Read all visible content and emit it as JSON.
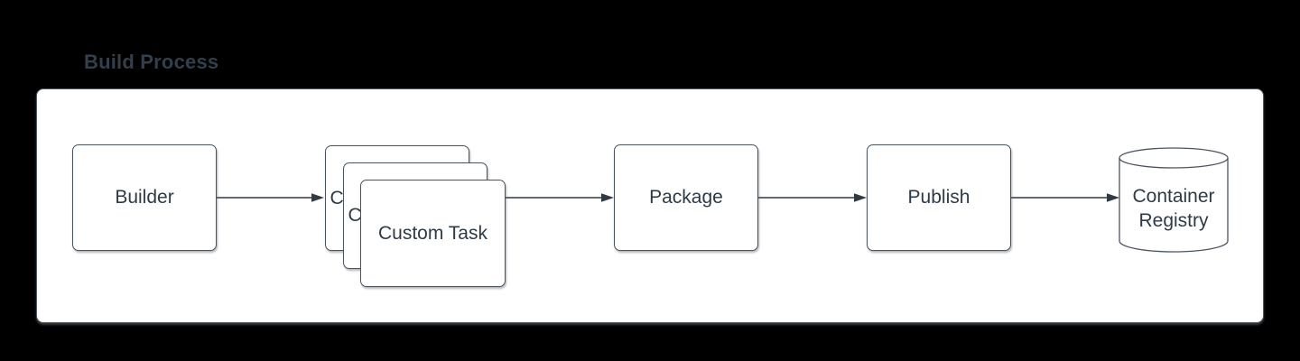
{
  "diagram": {
    "title": "Build Process",
    "type": "flowchart",
    "nodes": [
      {
        "id": "builder",
        "label": "Builder",
        "shape": "rounded-rectangle"
      },
      {
        "id": "custom-task",
        "label": "Custom Task",
        "shape": "stacked-rounded-rectangles",
        "stack_count": 3
      },
      {
        "id": "package",
        "label": "Package",
        "shape": "rounded-rectangle"
      },
      {
        "id": "publish",
        "label": "Publish",
        "shape": "rounded-rectangle"
      },
      {
        "id": "container-registry",
        "label": "Container Registry",
        "shape": "cylinder"
      }
    ],
    "edges": [
      {
        "from": "builder",
        "to": "custom-task"
      },
      {
        "from": "custom-task",
        "to": "package"
      },
      {
        "from": "package",
        "to": "publish"
      },
      {
        "from": "publish",
        "to": "container-registry"
      }
    ],
    "colors": {
      "background": "#000000",
      "panel_fill": "#ffffff",
      "shape_stroke": "#4a545e",
      "text": "#2e3a46",
      "title_text": "#333f4a",
      "arrow": "#2f3a45"
    }
  }
}
